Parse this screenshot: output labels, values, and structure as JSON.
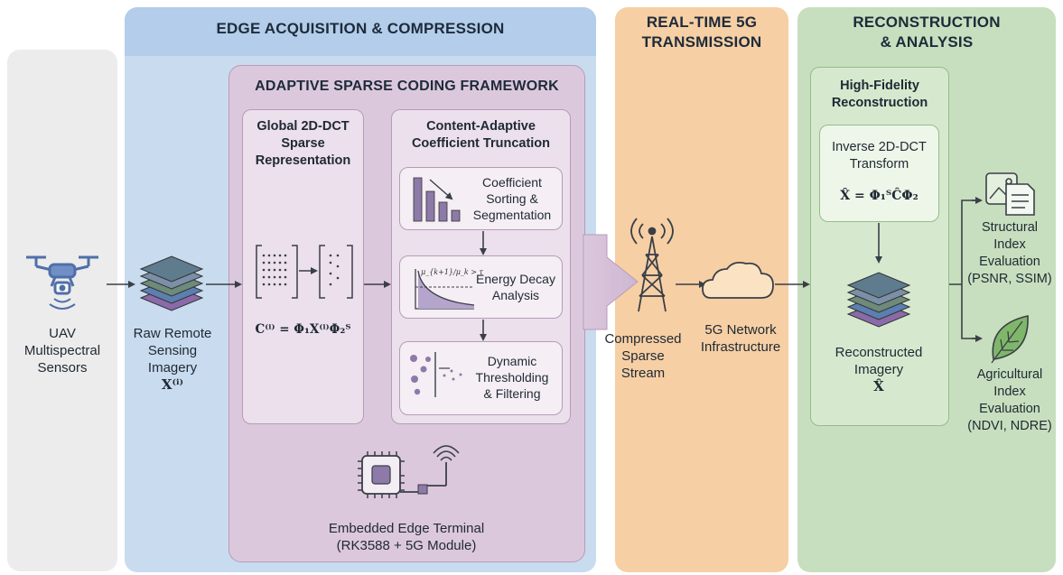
{
  "colors": {
    "sensor_panel": "#ececec",
    "edge_panel": "#c9dbef",
    "edge_header": "#b3cdea",
    "framework_panel": "#dcc8dc",
    "inner_box": "#ebe0eb",
    "transmission_panel": "#f6cfa4",
    "reconstruction_panel": "#c7dfbe",
    "accent_purple": "#8d7aa8",
    "line": "#3a3f47"
  },
  "headers": {
    "edge": "EDGE ACQUISITION & COMPRESSION",
    "framework": "ADAPTIVE SPARSE CODING FRAMEWORK",
    "transmission_line1": "REAL-TIME 5G",
    "transmission_line2": "TRANSMISSION",
    "reconstruction_line1": "RECONSTRUCTION",
    "reconstruction_line2": "& ANALYSIS"
  },
  "sensor": {
    "icon": "drone-icon",
    "line1": "UAV",
    "line2": "Multispectral",
    "line3": "Sensors"
  },
  "raw_imagery": {
    "icon": "image-stack-icon",
    "line1": "Raw Remote",
    "line2": "Sensing",
    "line3": "Imagery",
    "symbol": "X⁽ⁱ⁾"
  },
  "dct_box": {
    "title_line1": "Global 2D-DCT",
    "title_line2": "Sparse",
    "title_line3": "Representation",
    "icon": "sparse-matrix-icon",
    "formula": "C⁽ⁱ⁾ = Φ₁X⁽ⁱ⁾Φ₂ᵀ"
  },
  "truncation_box": {
    "title_line1": "Content-Adaptive",
    "title_line2": "Coefficient Truncation",
    "steps": [
      {
        "icon": "bar-sort-icon",
        "line1": "Coefficient",
        "line2": "Sorting &",
        "line3": "Segmentation"
      },
      {
        "icon": "decay-curve-icon",
        "line1": "Energy Decay",
        "line2": "Analysis",
        "line3": "",
        "curve_label": "μ_{k+1}/μ_k > τ"
      },
      {
        "icon": "threshold-icon",
        "line1": "Dynamic",
        "line2": "Thresholding",
        "line3": "& Filtering"
      }
    ]
  },
  "edge_terminal": {
    "icon": "chip-antenna-icon",
    "line1": "Embedded Edge Terminal",
    "line2": "(RK3588 + 5G Module)"
  },
  "stream": {
    "icon": "antenna-tower-icon",
    "line1": "Compressed",
    "line2": "Sparse",
    "line3": "Stream"
  },
  "network": {
    "icon": "cloud-icon",
    "line1": "5G Network",
    "line2": "Infrastructure"
  },
  "hifi": {
    "title_line1": "High-Fidelity",
    "title_line2": "Reconstruction",
    "inverse_line1": "Inverse 2D-DCT",
    "inverse_line2": "Transform",
    "formula": "X̂ = Φ₁ᵀĈΦ₂"
  },
  "reconstructed": {
    "icon": "image-stack-icon",
    "line1": "Reconstructed",
    "line2": "Imagery",
    "symbol": "X̂"
  },
  "structural": {
    "icon": "image-document-icon",
    "line1": "Structural",
    "line2": "Index",
    "line3": "Evaluation",
    "line4": "(PSNR, SSIM)"
  },
  "agricultural": {
    "icon": "leaf-icon",
    "line1": "Agricultural",
    "line2": "Index",
    "line3": "Evaluation",
    "line4": "(NDVI, NDRE)"
  }
}
